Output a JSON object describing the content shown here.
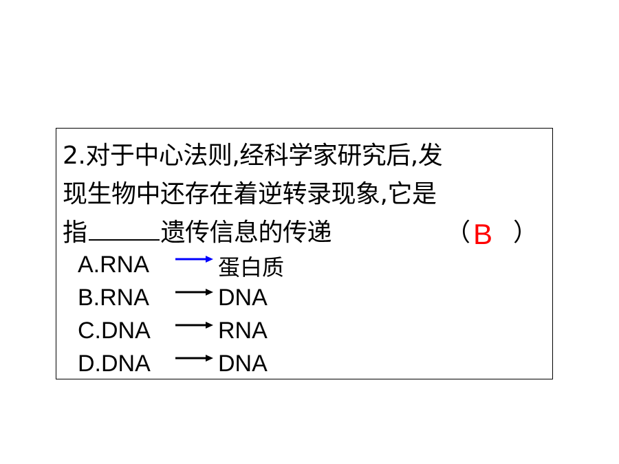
{
  "question": {
    "line1": "2.对于中心法则,经科学家研究后,发",
    "line2": "现生物中还存在着逆转录现象,它是",
    "line3_before": "指",
    "line3_after": "遗传信息的传递",
    "paren_open": "（",
    "paren_close": "）",
    "answer": "B"
  },
  "options": [
    {
      "from": "A.RNA",
      "to": "蛋白质",
      "arrow_color": "#0000ff"
    },
    {
      "from": "B.RNA",
      "to": "DNA",
      "arrow_color": "#000000"
    },
    {
      "from": "C.DNA",
      "to": "RNA",
      "arrow_color": "#000000"
    },
    {
      "from": "D.DNA",
      "to": "DNA",
      "arrow_color": "#000000"
    }
  ],
  "colors": {
    "answer": "#ff0000",
    "border": "#000000",
    "text": "#000000"
  }
}
